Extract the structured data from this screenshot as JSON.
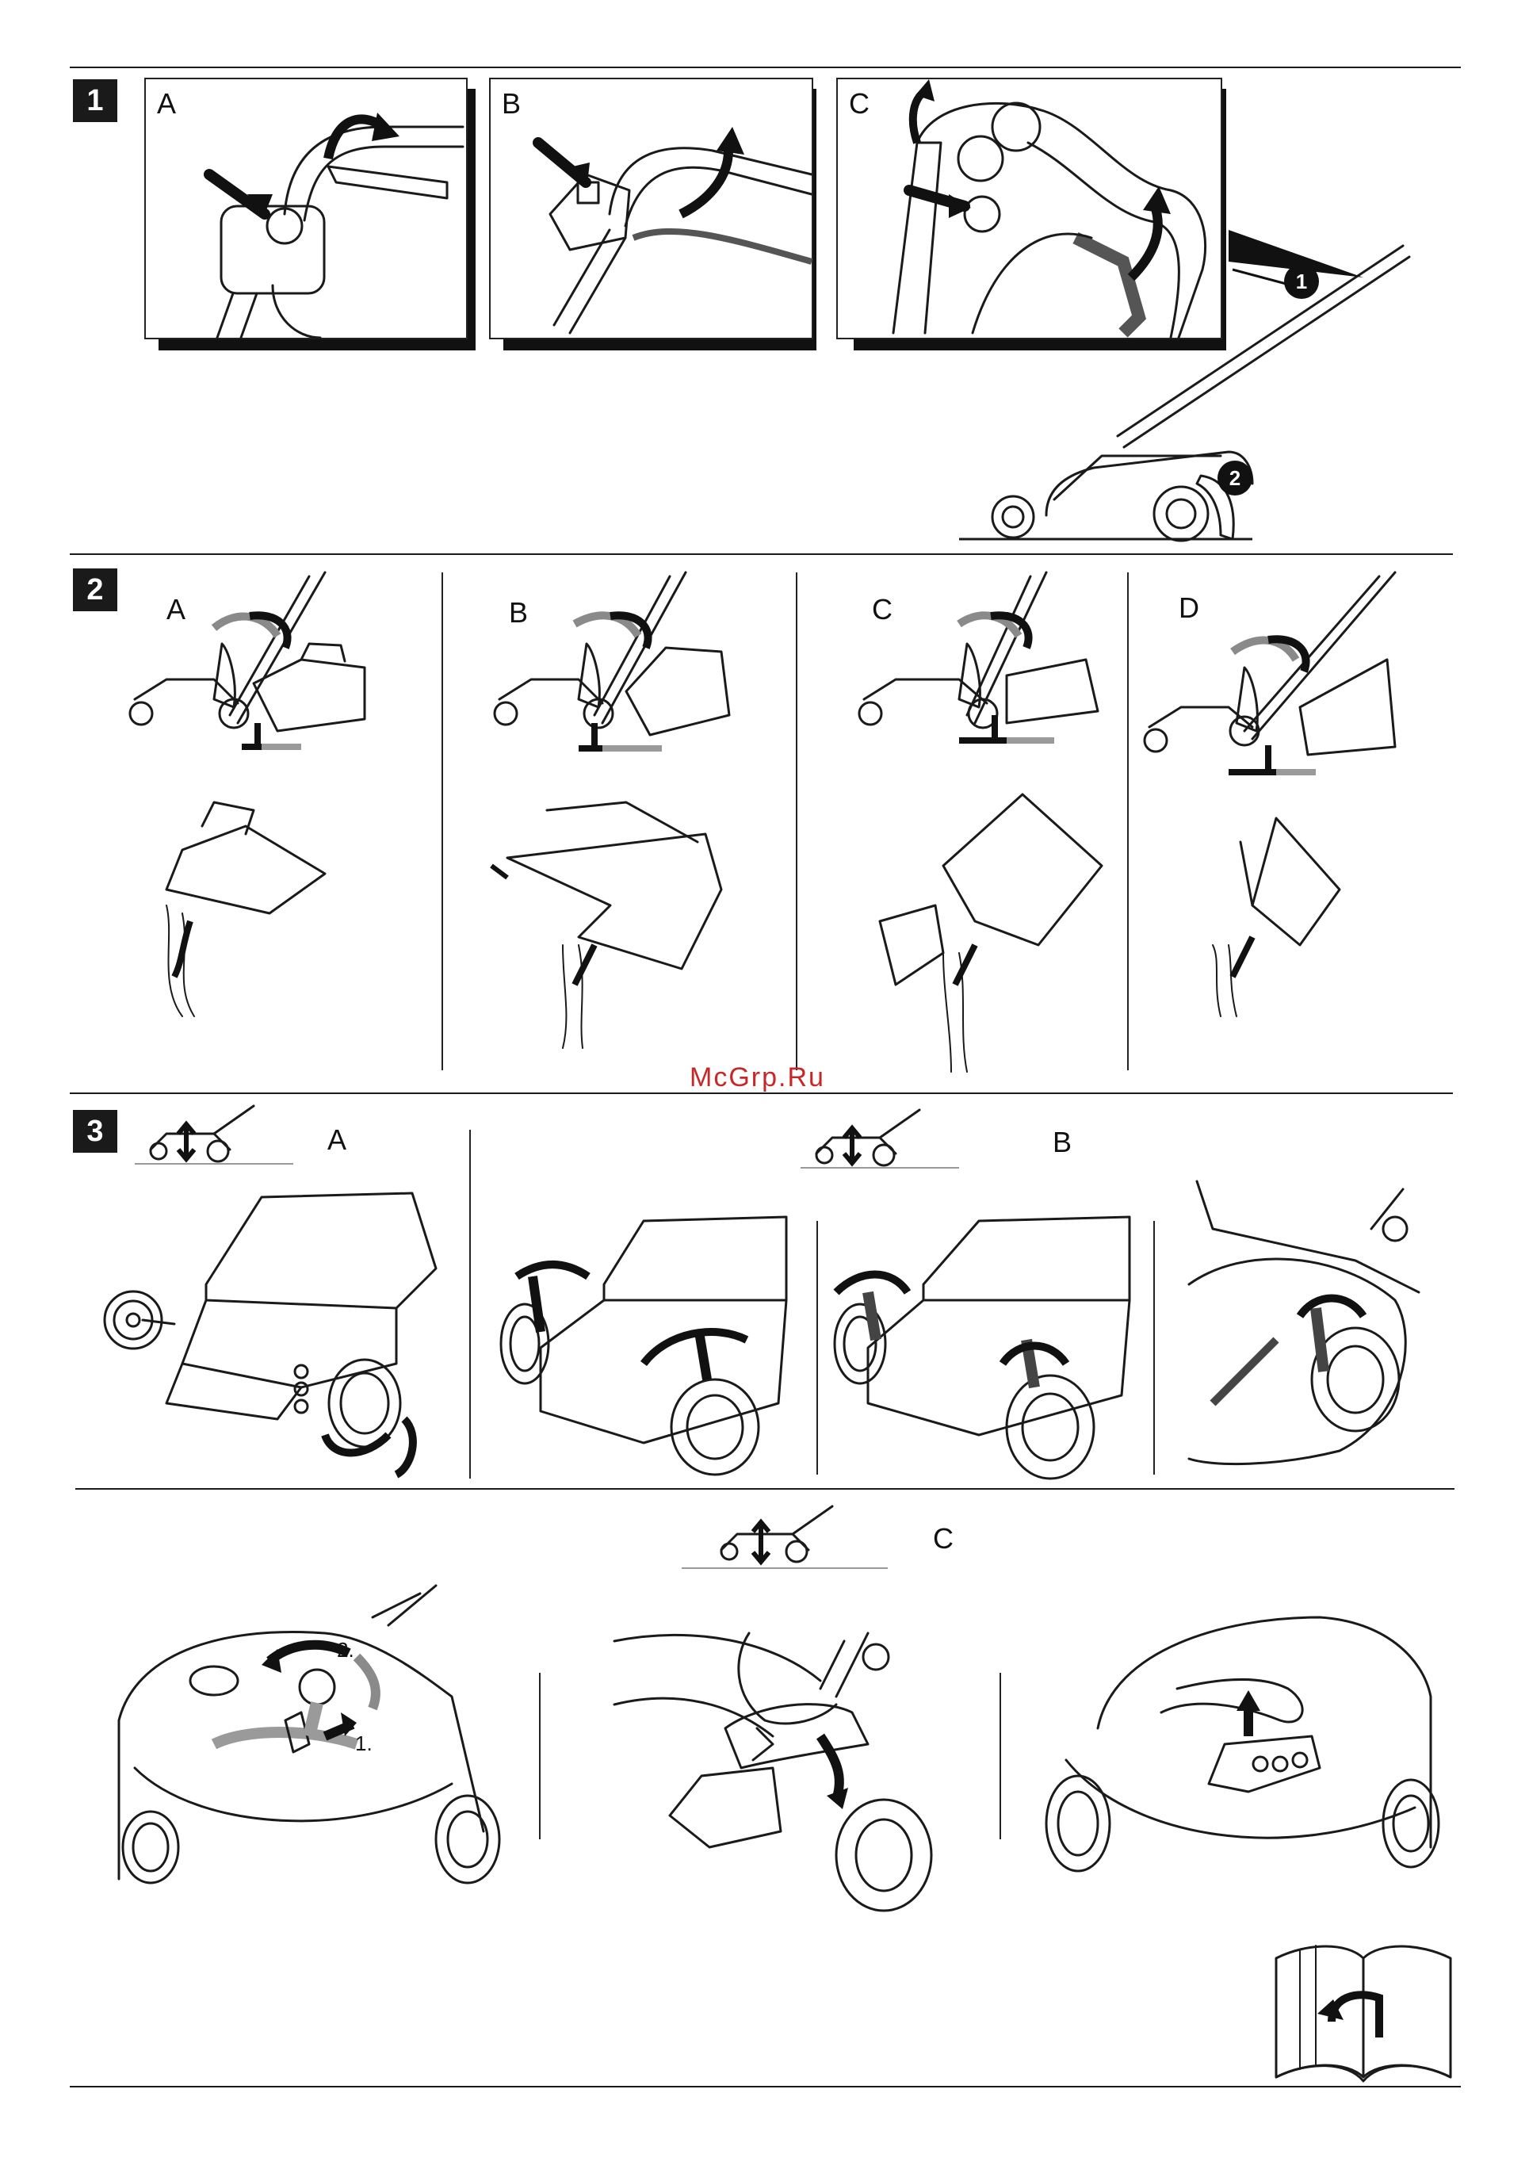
{
  "watermark": "McGrp.Ru",
  "sections": {
    "s1": {
      "number": "1",
      "panels": [
        "A",
        "B",
        "C"
      ],
      "callouts": [
        "1",
        "2"
      ]
    },
    "s2": {
      "number": "2",
      "panels": [
        "A",
        "B",
        "C",
        "D"
      ]
    },
    "s3": {
      "number": "3",
      "panel_a": "A",
      "panel_b": "B",
      "panel_c": "C",
      "steps": [
        "2.",
        "1."
      ]
    }
  },
  "colors": {
    "ink": "#1a1a1a",
    "grey_fill": "#9a9a9a",
    "light_grey": "#d0d0d0",
    "watermark_red": "#c62828"
  },
  "icons": {
    "instruction_manual": "open-book-page-turn-icon",
    "mower_height": "mower-height-adjust-icon"
  }
}
